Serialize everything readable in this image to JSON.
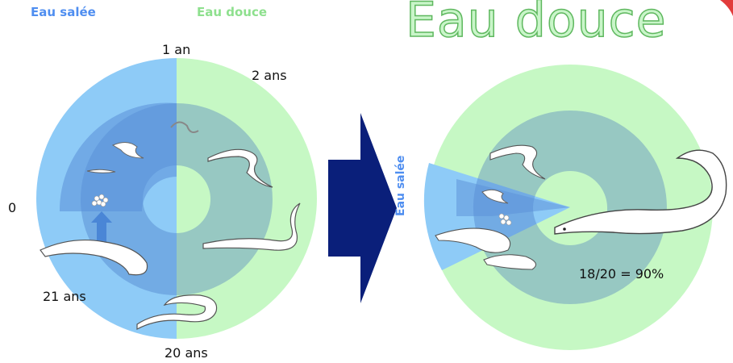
{
  "headers": {
    "salt_water": "Eau salée",
    "fresh_water": "Eau douce"
  },
  "title_right": "Eau douce",
  "left_cycle": {
    "age_top": "1 an",
    "age_top_right": "2 ans",
    "age_left": "0",
    "age_bottom_left": "21 ans",
    "age_bottom": "20 ans"
  },
  "right_cycle": {
    "salt_water_vertical": "Eau salée",
    "ratio": "18/20 = 90%"
  },
  "colors": {
    "salt_blue": "#8ecbf7",
    "fresh_green": "#c6f8c4",
    "ring_blue": "#5a8fd8",
    "arrow_navy": "#0a1f7a",
    "header_blue": "#4f8ef0",
    "header_green": "#8ee08e"
  }
}
